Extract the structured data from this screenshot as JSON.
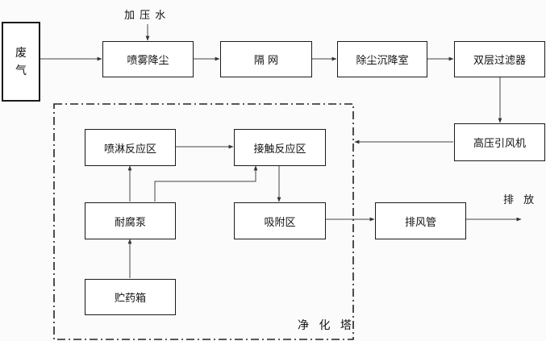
{
  "nodes": {
    "waste_gas": [
      "废",
      "气"
    ],
    "spray_dust": "喷雾降尘",
    "screen": "隔 网",
    "settling_chamber": "除尘沉降室",
    "double_filter": "双层过滤器",
    "fan": "高压引风机",
    "spray_reaction": "喷淋反应区",
    "contact_reaction": "接触反应区",
    "pump": "耐腐泵",
    "adsorption": "吸附区",
    "exhaust_pipe": "排风管",
    "tank": "贮药箱"
  },
  "labels": {
    "pressurized_water": "加 压 水",
    "discharge": "排 放",
    "purification_tower": "净 化 塔"
  }
}
